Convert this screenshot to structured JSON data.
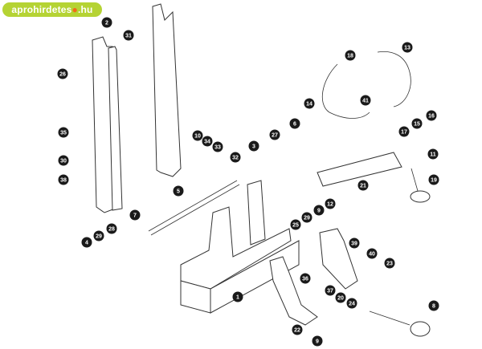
{
  "watermark": {
    "prefix": "aprohirdetes",
    "dot": "●",
    "suffix": ".hu",
    "brand_color": "#b5d334",
    "dot_color": "#f26a1b"
  },
  "diagram": {
    "title": "Exploded parts diagram",
    "callouts": [
      "2",
      "31",
      "26",
      "35",
      "30",
      "38",
      "10",
      "34",
      "33",
      "32",
      "18",
      "13",
      "14",
      "41",
      "16",
      "15",
      "17",
      "6",
      "27",
      "3",
      "11",
      "19",
      "5",
      "7",
      "28",
      "29",
      "4",
      "1",
      "21",
      "12",
      "9",
      "29",
      "25",
      "39",
      "40",
      "23",
      "36",
      "37",
      "20",
      "24",
      "22",
      "8",
      "9"
    ]
  }
}
